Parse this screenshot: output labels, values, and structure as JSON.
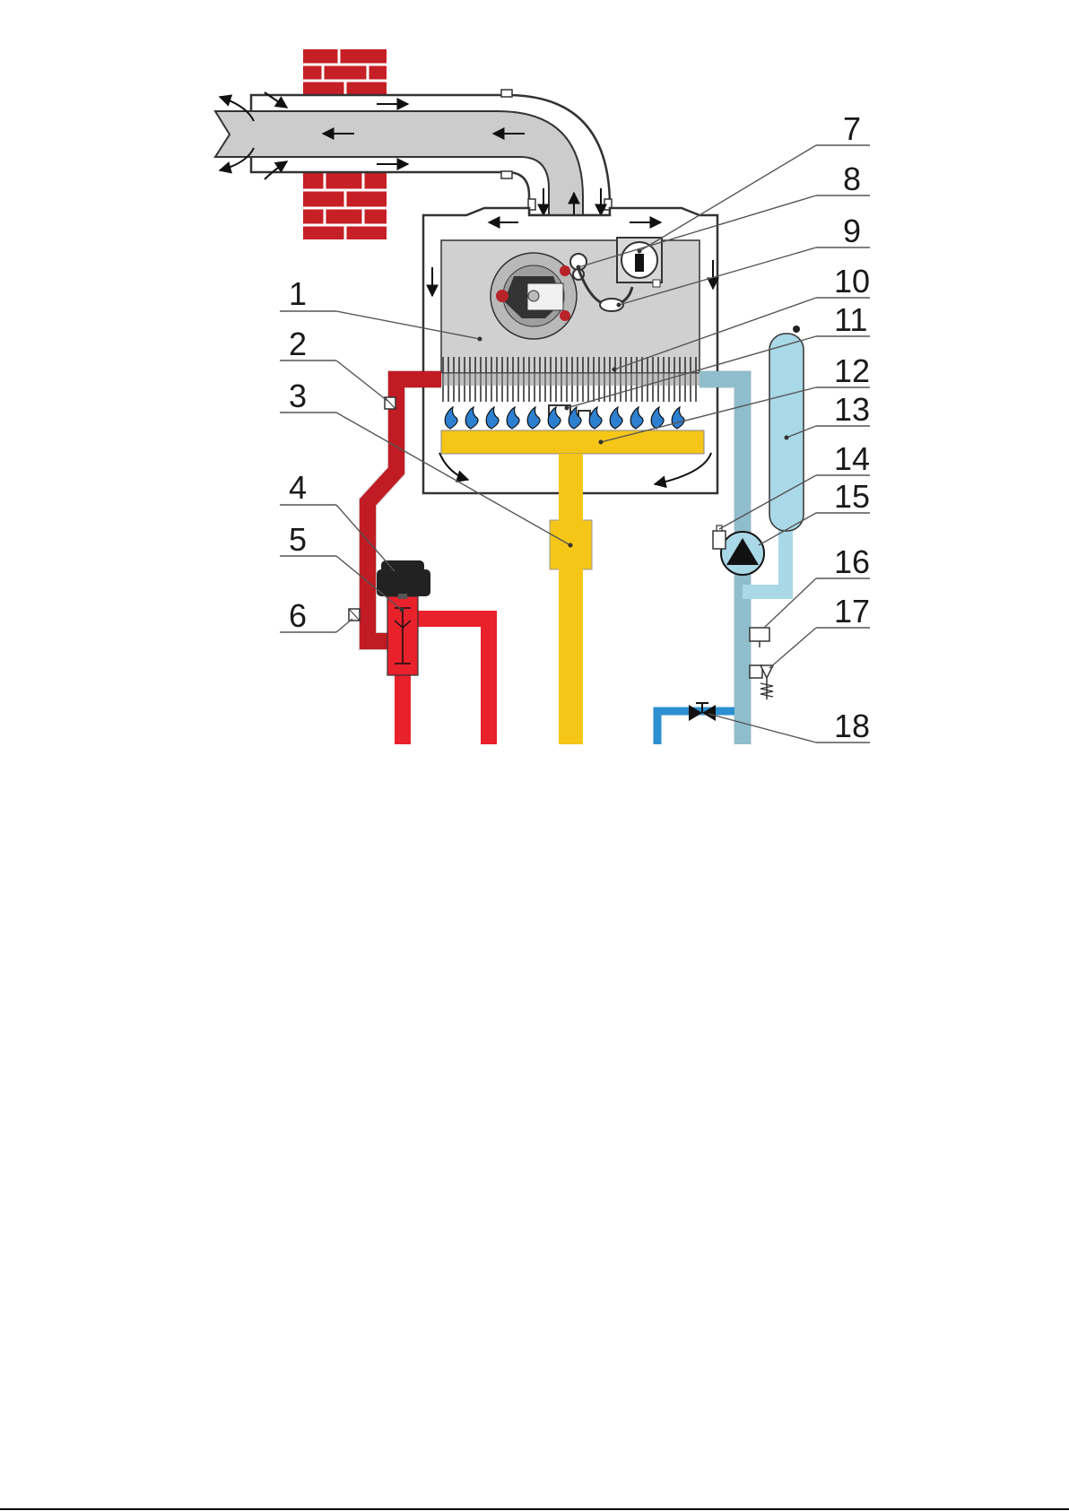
{
  "diagram": {
    "callouts": [
      {
        "id": "1",
        "label": "1"
      },
      {
        "id": "2",
        "label": "2"
      },
      {
        "id": "3",
        "label": "3"
      },
      {
        "id": "4",
        "label": "4"
      },
      {
        "id": "5",
        "label": "5"
      },
      {
        "id": "6",
        "label": "6"
      },
      {
        "id": "7",
        "label": "7"
      },
      {
        "id": "8",
        "label": "8"
      },
      {
        "id": "9",
        "label": "9"
      },
      {
        "id": "10",
        "label": "10"
      },
      {
        "id": "11",
        "label": "11"
      },
      {
        "id": "12",
        "label": "12"
      },
      {
        "id": "13",
        "label": "13"
      },
      {
        "id": "14",
        "label": "14"
      },
      {
        "id": "15",
        "label": "15"
      },
      {
        "id": "16",
        "label": "16"
      },
      {
        "id": "17",
        "label": "17"
      },
      {
        "id": "18",
        "label": "18"
      }
    ],
    "colors": {
      "hot_pipe": "#e8212b",
      "cold_pipe": "#a9d8e6",
      "supply_pipe": "#2b8fd0",
      "gas_pipe": "#f5c518",
      "housing": "#d0d0d0",
      "flue": "#cccccc",
      "brick": "#c61f26",
      "flame": "#2d7fd0",
      "tank": "#a9d8e6"
    }
  }
}
